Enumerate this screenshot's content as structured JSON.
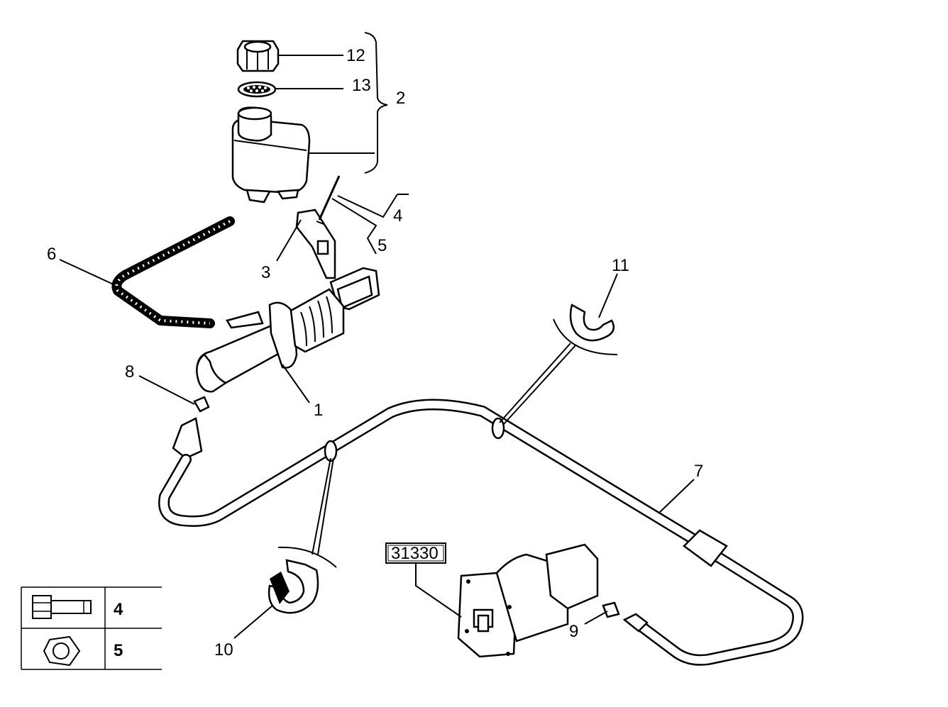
{
  "callouts": {
    "c1": "1",
    "c2": "2",
    "c3": "3",
    "c4": "4",
    "c5": "5",
    "c6": "6",
    "c7": "7",
    "c8": "8",
    "c9": "9",
    "c10": "10",
    "c11": "11",
    "c12": "12",
    "c13": "13"
  },
  "reference_box": "31330",
  "legend": {
    "rows": [
      {
        "icon": "bolt-icon",
        "label": "4"
      },
      {
        "icon": "nut-icon",
        "label": "5"
      }
    ]
  }
}
